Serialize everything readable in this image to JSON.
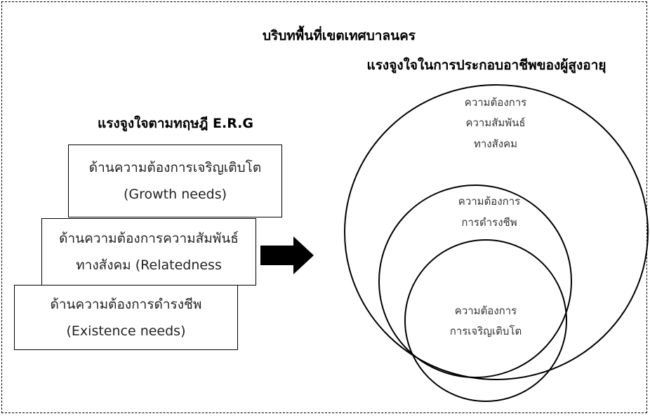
{
  "context_title": "บริบทพื้นที่เขตเทศบาลนคร",
  "outcome_title": "แรงจูงใจในการประกอบอาชีพของผู้สูงอายุ",
  "theory_title": "แรงจูงใจตามทฤษฎี E.R.G",
  "boxes": {
    "growth": {
      "line1": "ด้านความต้องการเจริญเติบโต",
      "line2": "(Growth needs)"
    },
    "relatedness": {
      "line1": "ด้านความต้องการความสัมพันธ์",
      "line2": "ทางสังคม (Relatedness"
    },
    "existence": {
      "line1": "ด้านความต้องการดำรงชีพ",
      "line2": "(Existence needs)"
    }
  },
  "circles": {
    "outer": [
      "ความต้องการ",
      "ความสัมพันธ์",
      "ทางสังคม"
    ],
    "middle": [
      "ความต้องการ",
      "การดำรงชีพ"
    ],
    "inner": [
      "ความต้องการ",
      "การเจริญเติบโต"
    ]
  }
}
